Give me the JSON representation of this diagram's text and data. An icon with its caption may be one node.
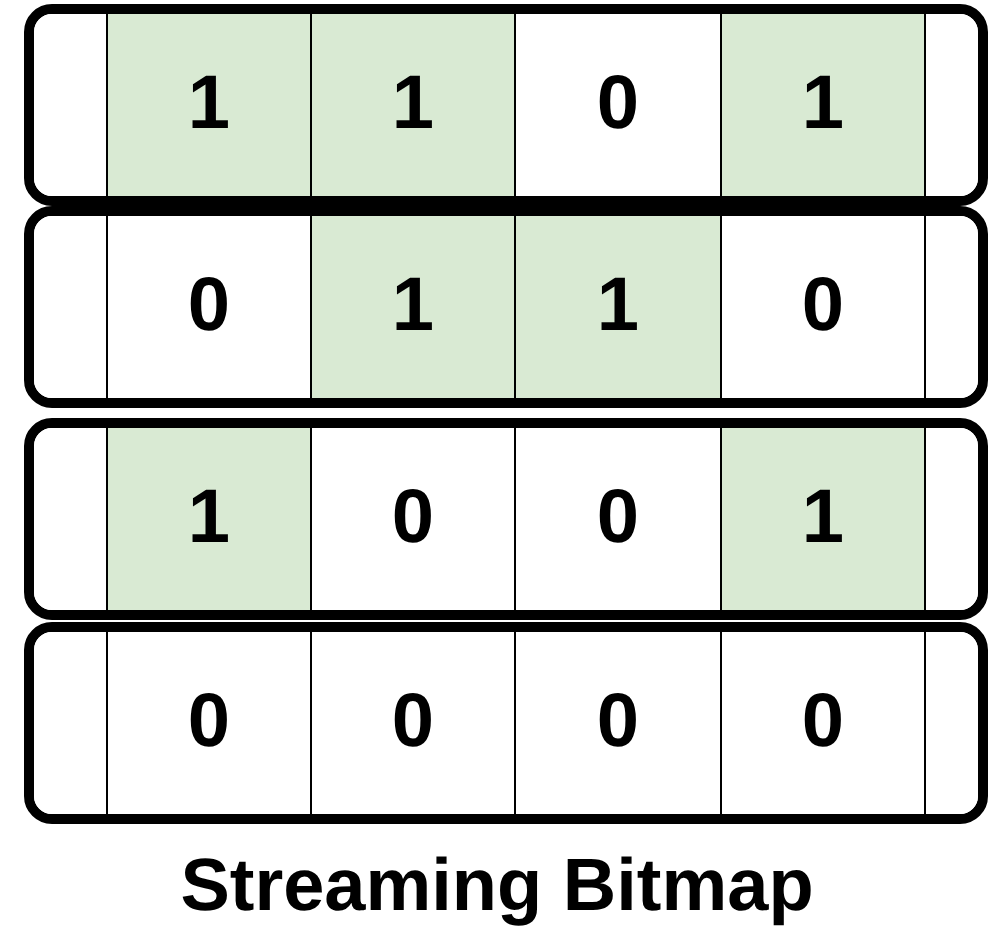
{
  "diagram": {
    "caption": "Streaming Bitmap",
    "nodes": [
      {
        "text": [],
        "shape": "box"
      },
      {
        "text": [],
        "shape": "box",
        "in": 0
      },
      {
        "text": [
          "1"
        ],
        "in": 0
      },
      {
        "text": [
          "1"
        ],
        "in": 0
      },
      {
        "text": [
          "0"
        ],
        "in": 0
      },
      {
        "text": [
          "1"
        ],
        "in": 0
      },
      {
        "text": [],
        "shape": "box",
        "in": 0
      },
      {
        "text": [],
        "shape": "box"
      },
      {
        "text": [],
        "shape": "box",
        "in": 7
      },
      {
        "text": [
          "0"
        ],
        "in": 7
      },
      {
        "text": [
          "1"
        ],
        "in": 7
      },
      {
        "text": [
          "1"
        ],
        "in": 7
      },
      {
        "text": [
          "0"
        ],
        "in": 7
      },
      {
        "text": [],
        "shape": "box",
        "in": 7
      },
      {
        "text": [],
        "shape": "box"
      },
      {
        "text": [],
        "shape": "box",
        "in": 14
      },
      {
        "text": [
          "1"
        ],
        "in": 14
      },
      {
        "text": [
          "0"
        ],
        "in": 14
      },
      {
        "text": [
          "0"
        ],
        "in": 14
      },
      {
        "text": [
          "1"
        ],
        "in": 14
      },
      {
        "text": [],
        "shape": "box",
        "in": 14
      },
      {
        "text": [],
        "shape": "box"
      },
      {
        "text": [],
        "shape": "box",
        "in": 21
      },
      {
        "text": [
          "0"
        ],
        "in": 21
      },
      {
        "text": [
          "0"
        ],
        "in": 21
      },
      {
        "text": [
          "0"
        ],
        "in": 21
      },
      {
        "text": [
          "0"
        ],
        "in": 21
      },
      {
        "text": [],
        "shape": "box",
        "in": 21
      }
    ],
    "edges": []
  }
}
